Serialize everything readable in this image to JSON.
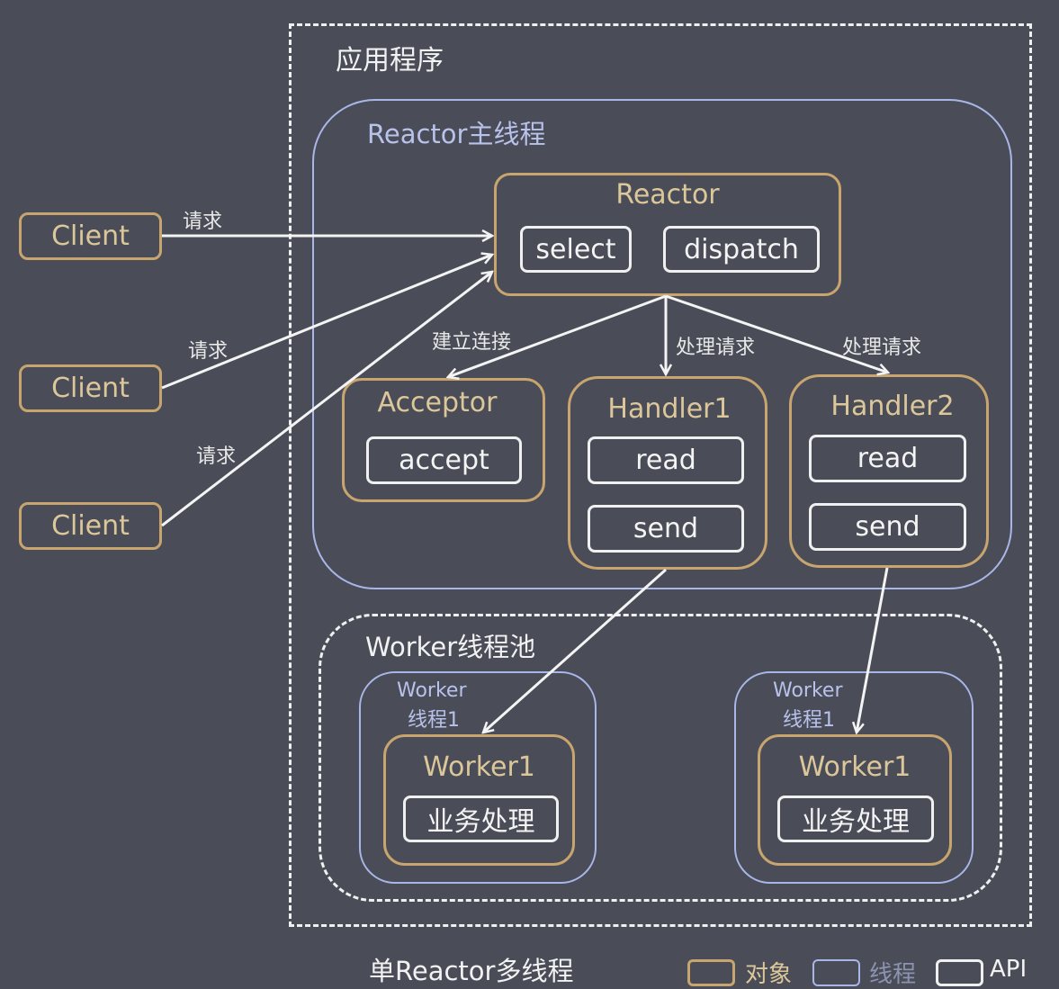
{
  "diagram": {
    "caption": "单Reactor多线程",
    "app_container": {
      "label": "应用程序"
    },
    "reactor_thread": {
      "label": "Reactor主线程",
      "reactor": {
        "title": "Reactor",
        "methods": [
          "select",
          "dispatch"
        ]
      },
      "acceptor": {
        "title": "Acceptor",
        "methods": [
          "accept"
        ]
      },
      "handlers": [
        {
          "title": "Handler1",
          "methods": [
            "read",
            "send"
          ]
        },
        {
          "title": "Handler2",
          "methods": [
            "read",
            "send"
          ]
        }
      ]
    },
    "worker_pool": {
      "label": "Worker线程池",
      "threads": [
        {
          "label_line1": "Worker",
          "label_line2": "线程1",
          "worker": {
            "title": "Worker1",
            "method": "业务处理"
          }
        },
        {
          "label_line1": "Worker",
          "label_line2": "线程1",
          "worker": {
            "title": "Worker1",
            "method": "业务处理"
          }
        }
      ]
    },
    "clients": [
      {
        "label": "Client",
        "edge_label": "请求"
      },
      {
        "label": "Client",
        "edge_label": "请求"
      },
      {
        "label": "Client",
        "edge_label": "请求"
      }
    ],
    "edges": {
      "reactor_to_acceptor": "建立连接",
      "reactor_to_handler1": "处理请求",
      "reactor_to_handler2": "处理请求"
    },
    "legend": [
      {
        "kind": "object",
        "label": "对象"
      },
      {
        "kind": "thread",
        "label": "线程"
      },
      {
        "kind": "api",
        "label": "API"
      }
    ],
    "colors": {
      "background": "#4a4d58",
      "object_border": "#c8a56e",
      "object_text": "#dcc79a",
      "thread_border": "#a9b6e8",
      "api_border": "#f0f0f0",
      "dashed_border": "#f0f0f0"
    }
  }
}
